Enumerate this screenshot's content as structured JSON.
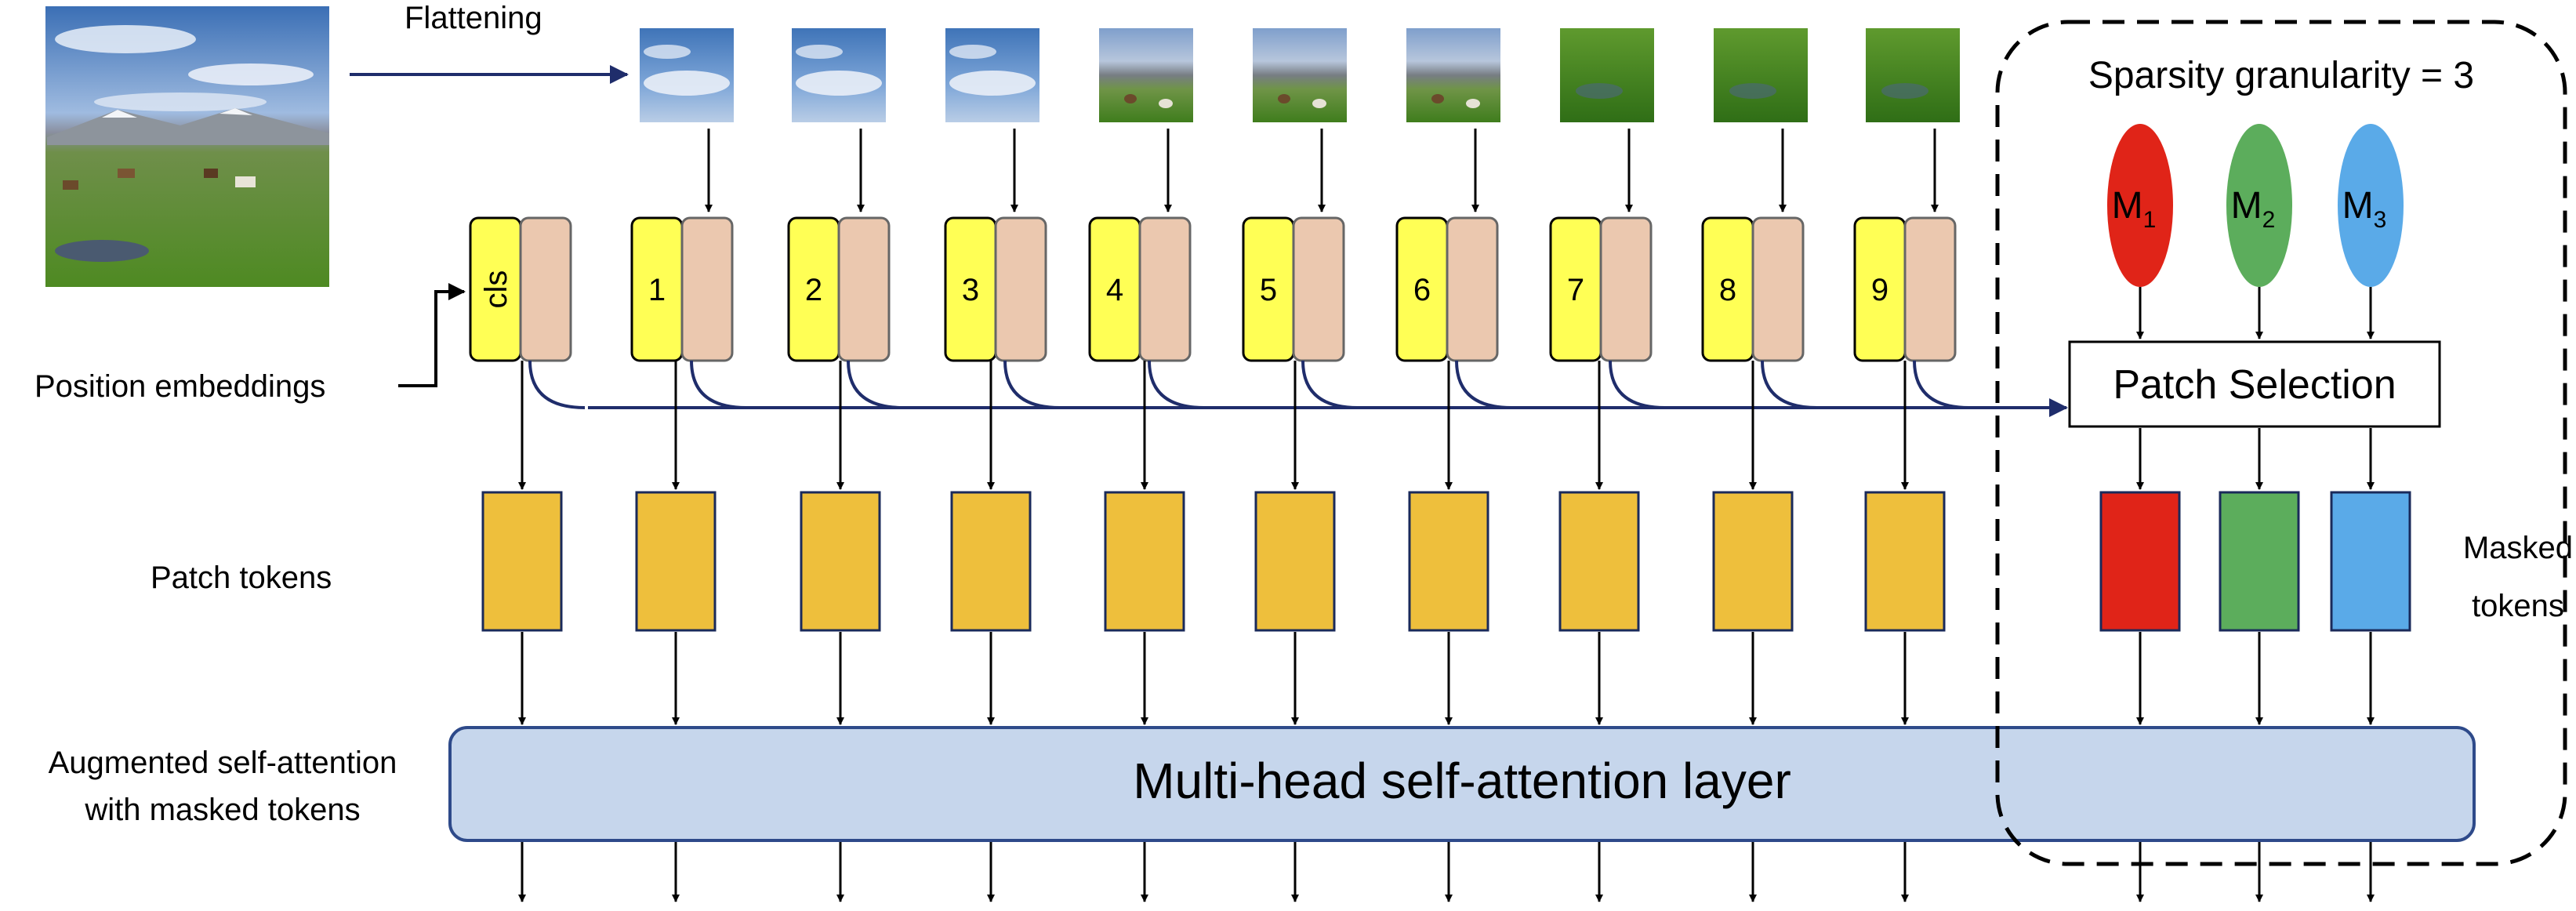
{
  "labels": {
    "flattening": "Flattening",
    "position_embeddings": "Position embeddings",
    "patch_tokens": "Patch tokens",
    "augmented_line1": "Augmented self-attention",
    "augmented_line2": "with masked tokens",
    "mhsa": "Multi-head self-attention layer",
    "sparsity": "Sparsity granularity = 3",
    "patch_selection": "Patch Selection",
    "masked_line1": "Masked",
    "masked_line2": "tokens"
  },
  "position_ids": [
    "cls",
    "1",
    "2",
    "3",
    "4",
    "5",
    "6",
    "7",
    "8",
    "9"
  ],
  "masks": [
    {
      "letter": "M",
      "sub": "1",
      "color": "#e02418"
    },
    {
      "letter": "M",
      "sub": "2",
      "color": "#5cad5c"
    },
    {
      "letter": "M",
      "sub": "3",
      "color": "#5aaae8"
    }
  ],
  "patches": [
    {
      "kind": "sky"
    },
    {
      "kind": "sky"
    },
    {
      "kind": "sky"
    },
    {
      "kind": "mountain"
    },
    {
      "kind": "mountain"
    },
    {
      "kind": "mountain"
    },
    {
      "kind": "grass"
    },
    {
      "kind": "grass"
    },
    {
      "kind": "grass"
    }
  ],
  "colors": {
    "yellow": "#ffff55",
    "beige": "#ebc8af",
    "token": "#eebf3c",
    "mhsa_fill": "#c6d6ec",
    "navy": "#1f2d6b"
  }
}
